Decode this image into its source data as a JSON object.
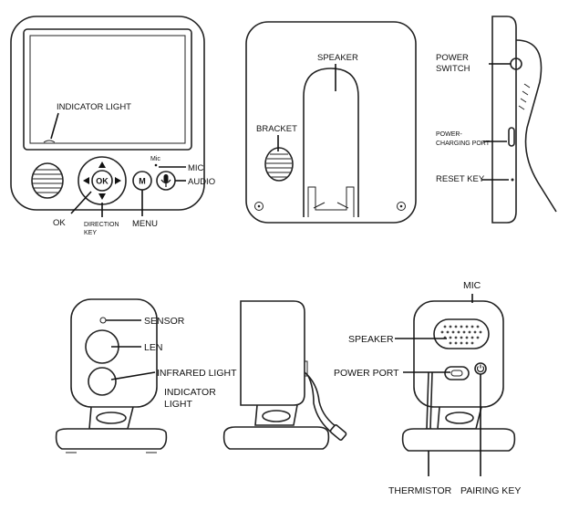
{
  "parent_unit": {
    "front": {
      "indicator_light": "INDICATOR LIGHT",
      "mic": "MIC",
      "mic_marking": "Mic",
      "audio": "AUDIO",
      "ok": "OK",
      "ok_key": "OK",
      "direction_key_line1": "DIRECTION",
      "direction_key_line2": "KEY",
      "menu": "MENU",
      "menu_key": "M"
    },
    "back": {
      "speaker": "SPEAKER",
      "bracket": "BRACKET"
    },
    "side": {
      "power_switch_line1": "POWER",
      "power_switch_line2": "SWITCH",
      "charging_port_line1": "POWER-",
      "charging_port_line2": "CHARGING PORT",
      "reset_key": "RESET KEY"
    }
  },
  "camera_unit": {
    "front": {
      "sensor": "SENSOR",
      "len": "LEN",
      "infrared_light": "INFRARED LIGHT",
      "indicator_light_line1": "INDICATOR",
      "indicator_light_line2": "LIGHT"
    },
    "back": {
      "mic": "MIC",
      "speaker": "SPEAKER",
      "power_port": "POWER PORT",
      "thermistor": "THERMISTOR",
      "pairing_key": "PAIRING KEY"
    }
  }
}
